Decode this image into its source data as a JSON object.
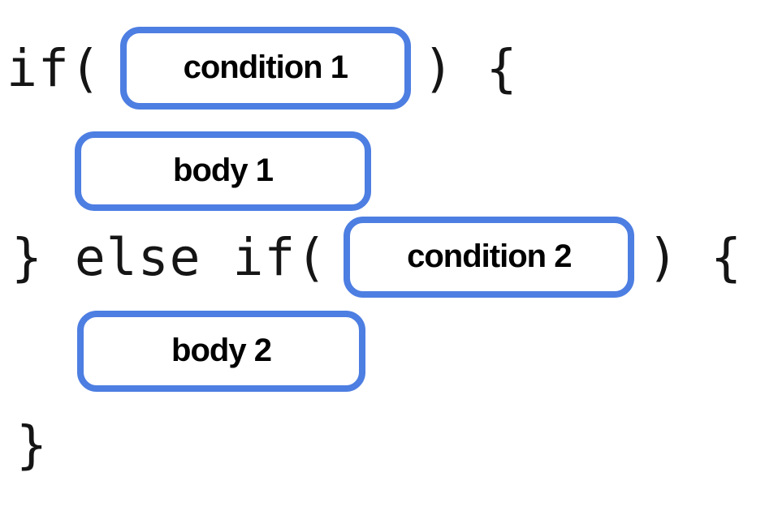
{
  "colors": {
    "slot_border": "#4d7ee2",
    "code_text": "#151515",
    "label_text": "#000000",
    "background": "#ffffff"
  },
  "code": {
    "if_open": "if(",
    "if_close": ") {",
    "else_if_open": "} else if(",
    "else_if_close": ") {",
    "closing_brace": "}"
  },
  "placeholders": {
    "condition1": "condition 1",
    "body1": "body 1",
    "condition2": "condition 2",
    "body2": "body 2"
  }
}
